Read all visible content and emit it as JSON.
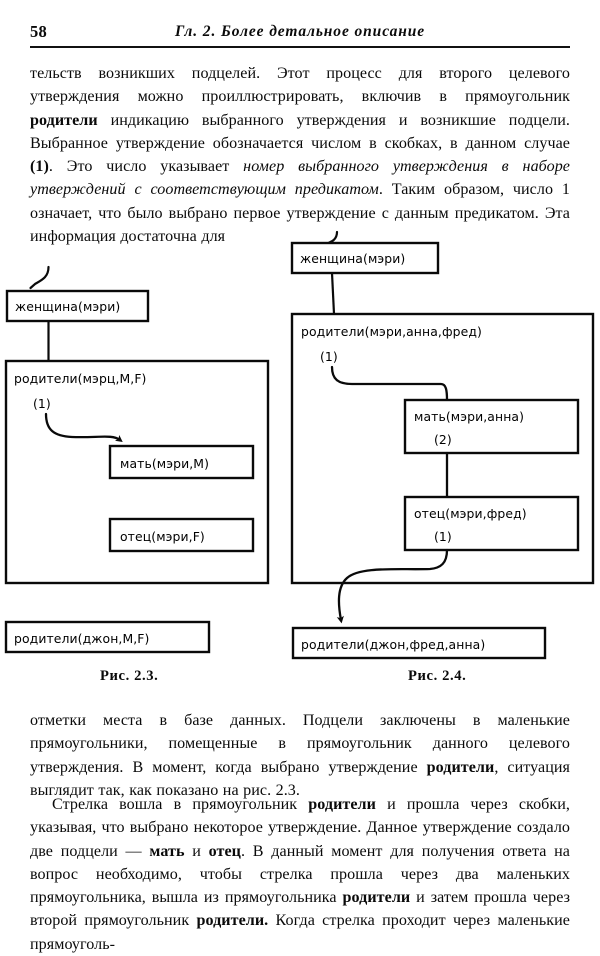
{
  "page": {
    "folio": "58",
    "running_head": "Гл. 2. Более детальное описание"
  },
  "body_top": {
    "html": "тельств возникших подцелей. Этот процесс для второго целевого утверждения можно проиллюстрировать, включив в прямоугольник <b>родители</b> индикацию выбранного утверждения и возникшие подцели. Выбранное утверждение обозначается числом в скобках, в данном случае <b>(1)</b>. Это число указывает <i>номер выбранного утверждения в наборе утверждений с соответствующим предикатом</i>. Таким образом, число 1 означает, что было выбрано первое утверждение с данным предикатом. Эта информация достаточна для"
  },
  "body_bottom_1": {
    "html": "отметки места в базе данных. Подцели заключены в маленькие прямоугольники, помещенные в прямоугольник данного целевого утверждения. В момент, когда выбрано утверждение <b>родители</b>, ситуация выглядит так, как показано на рис. 2.3."
  },
  "body_bottom_2": {
    "html": "Стрелка вошла в прямоугольник <b>родители</b> и прошла через скобки, указывая, что выбрано некоторое утверждение. Данное утверждение создало две подцели &mdash; <b>мать</b> и <b>отец</b>. В данный момент для получения ответа на вопрос необходимо, чтобы стрелка прошла через два маленьких прямоугольника, вышла из прямоугольника <b>родители</b> и затем прошла через второй  прямоугольник <b>родители.</b> Когда стрелка проходит через маленькие прямоуголь-"
  },
  "figure_left": {
    "caption": "Рис. 2.3.",
    "box_zhenshchina": "женщина(мэри)",
    "box_roditeli_goal": "родители(мэрц,M,F)",
    "box_roditeli_index": "(1)",
    "box_mat": "мать(мэри,M)",
    "box_otec": "отец(мэри,F)",
    "box_roditeli_john": "родители(джон,M,F)"
  },
  "figure_right": {
    "caption": "Рис. 2.4.",
    "box_zhenshchina": "женщина(мэри)",
    "box_roditeli_goal": "родители(мэри,анна,фред)",
    "box_roditeli_index": "(1)",
    "box_mat": "мать(мэри,анна)",
    "box_mat_index": "(2)",
    "box_otec": "отец(мэри,фред)",
    "box_otec_index": "(1)",
    "box_roditeli_john": "родители(джон,фред,анна)"
  },
  "colors": {
    "ink": "#0a0a0a",
    "paper": "#ffffff"
  }
}
